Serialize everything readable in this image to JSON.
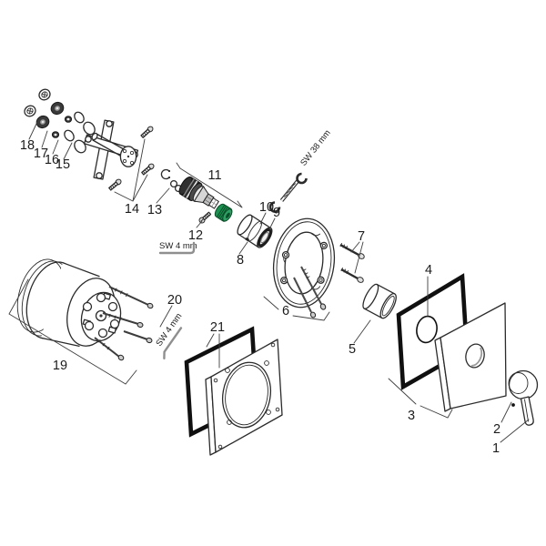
{
  "diagram": {
    "type": "exploded-parts-diagram",
    "background": "#ffffff",
    "callouts": {
      "n1": "1",
      "n2": "2",
      "n3": "3",
      "n4": "4",
      "n5": "5",
      "n6": "6",
      "n7": "7",
      "n8": "8",
      "n9": "9",
      "n10": "10",
      "n11": "11",
      "n12": "12",
      "n13": "13",
      "n14": "14",
      "n15": "15",
      "n16": "16",
      "n17": "17",
      "n18": "18",
      "n19": "19",
      "n20": "20",
      "n21": "21"
    },
    "tool_labels": {
      "hex_key_cartridge": "SW 4 mm",
      "hex_key_basic_set": "SW 4 mm",
      "wrench_size": "SW 38 mm"
    },
    "colors": {
      "line": "#2b2b2b",
      "accent_green": "#1c9150",
      "accent_green_face": "#2f9e63",
      "accent_green_dark": "#0b4f2a",
      "dark_part": "#3a3a3a",
      "tool_gray": "#8f8f8f"
    }
  }
}
